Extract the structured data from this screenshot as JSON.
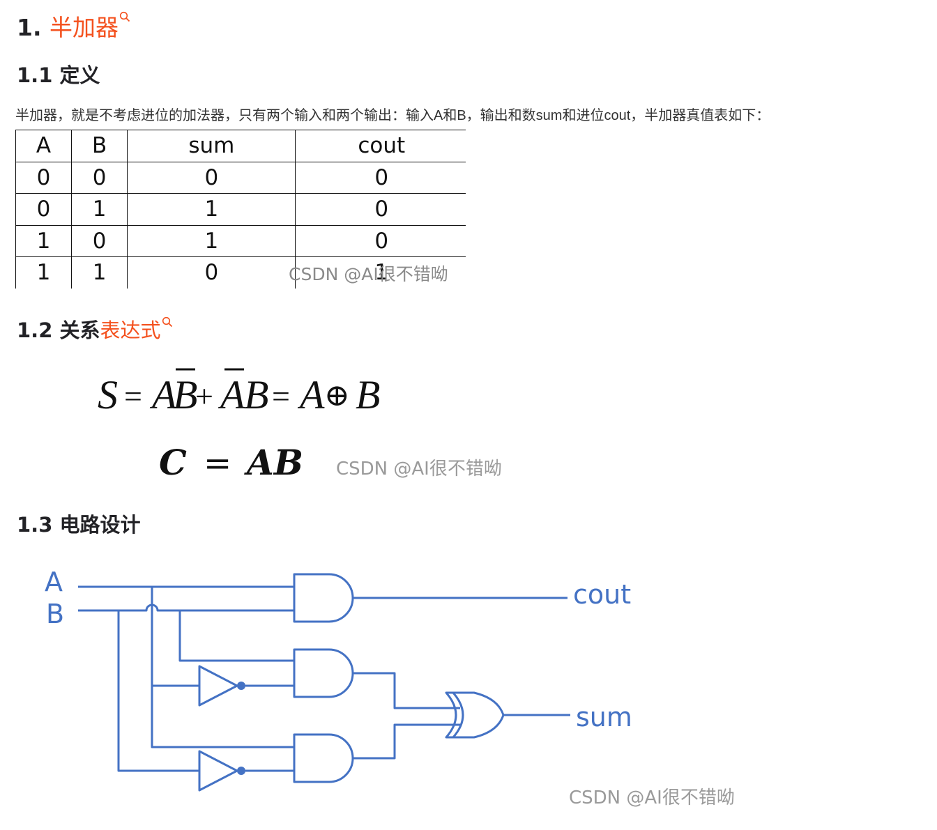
{
  "section1": {
    "number": "1.",
    "title": "半加器"
  },
  "section11": {
    "heading": "1.1 定义"
  },
  "intro_text": "半加器，就是不考虑进位的加法器，只有两个输入和两个输出：输入A和B，输出和数sum和进位cout，半加器真值表如下：",
  "truth_table": {
    "headers": [
      "A",
      "B",
      "sum",
      "cout"
    ],
    "rows": [
      [
        "0",
        "0",
        "0",
        "0"
      ],
      [
        "0",
        "1",
        "1",
        "0"
      ],
      [
        "1",
        "0",
        "1",
        "0"
      ],
      [
        "1",
        "1",
        "0",
        "1"
      ]
    ]
  },
  "section12": {
    "prefix": "1.2 关系",
    "keyword": "表达式"
  },
  "formula_sum": {
    "S": "S",
    "eq": "=",
    "A": "A",
    "B": "B",
    "plus": "+",
    "xor": "⊕"
  },
  "formula_carry": {
    "C": "C",
    "eq": "=",
    "AB": "AB"
  },
  "section13": {
    "heading": "1.3 电路设计"
  },
  "circuit": {
    "input_a": "A",
    "input_b": "B",
    "output_cout": "cout",
    "output_sum": "sum",
    "wire_color": "#4472c4"
  },
  "watermark": "CSDN @AI很不错呦",
  "colors": {
    "keyword": "#f4511e",
    "text": "#222226"
  }
}
